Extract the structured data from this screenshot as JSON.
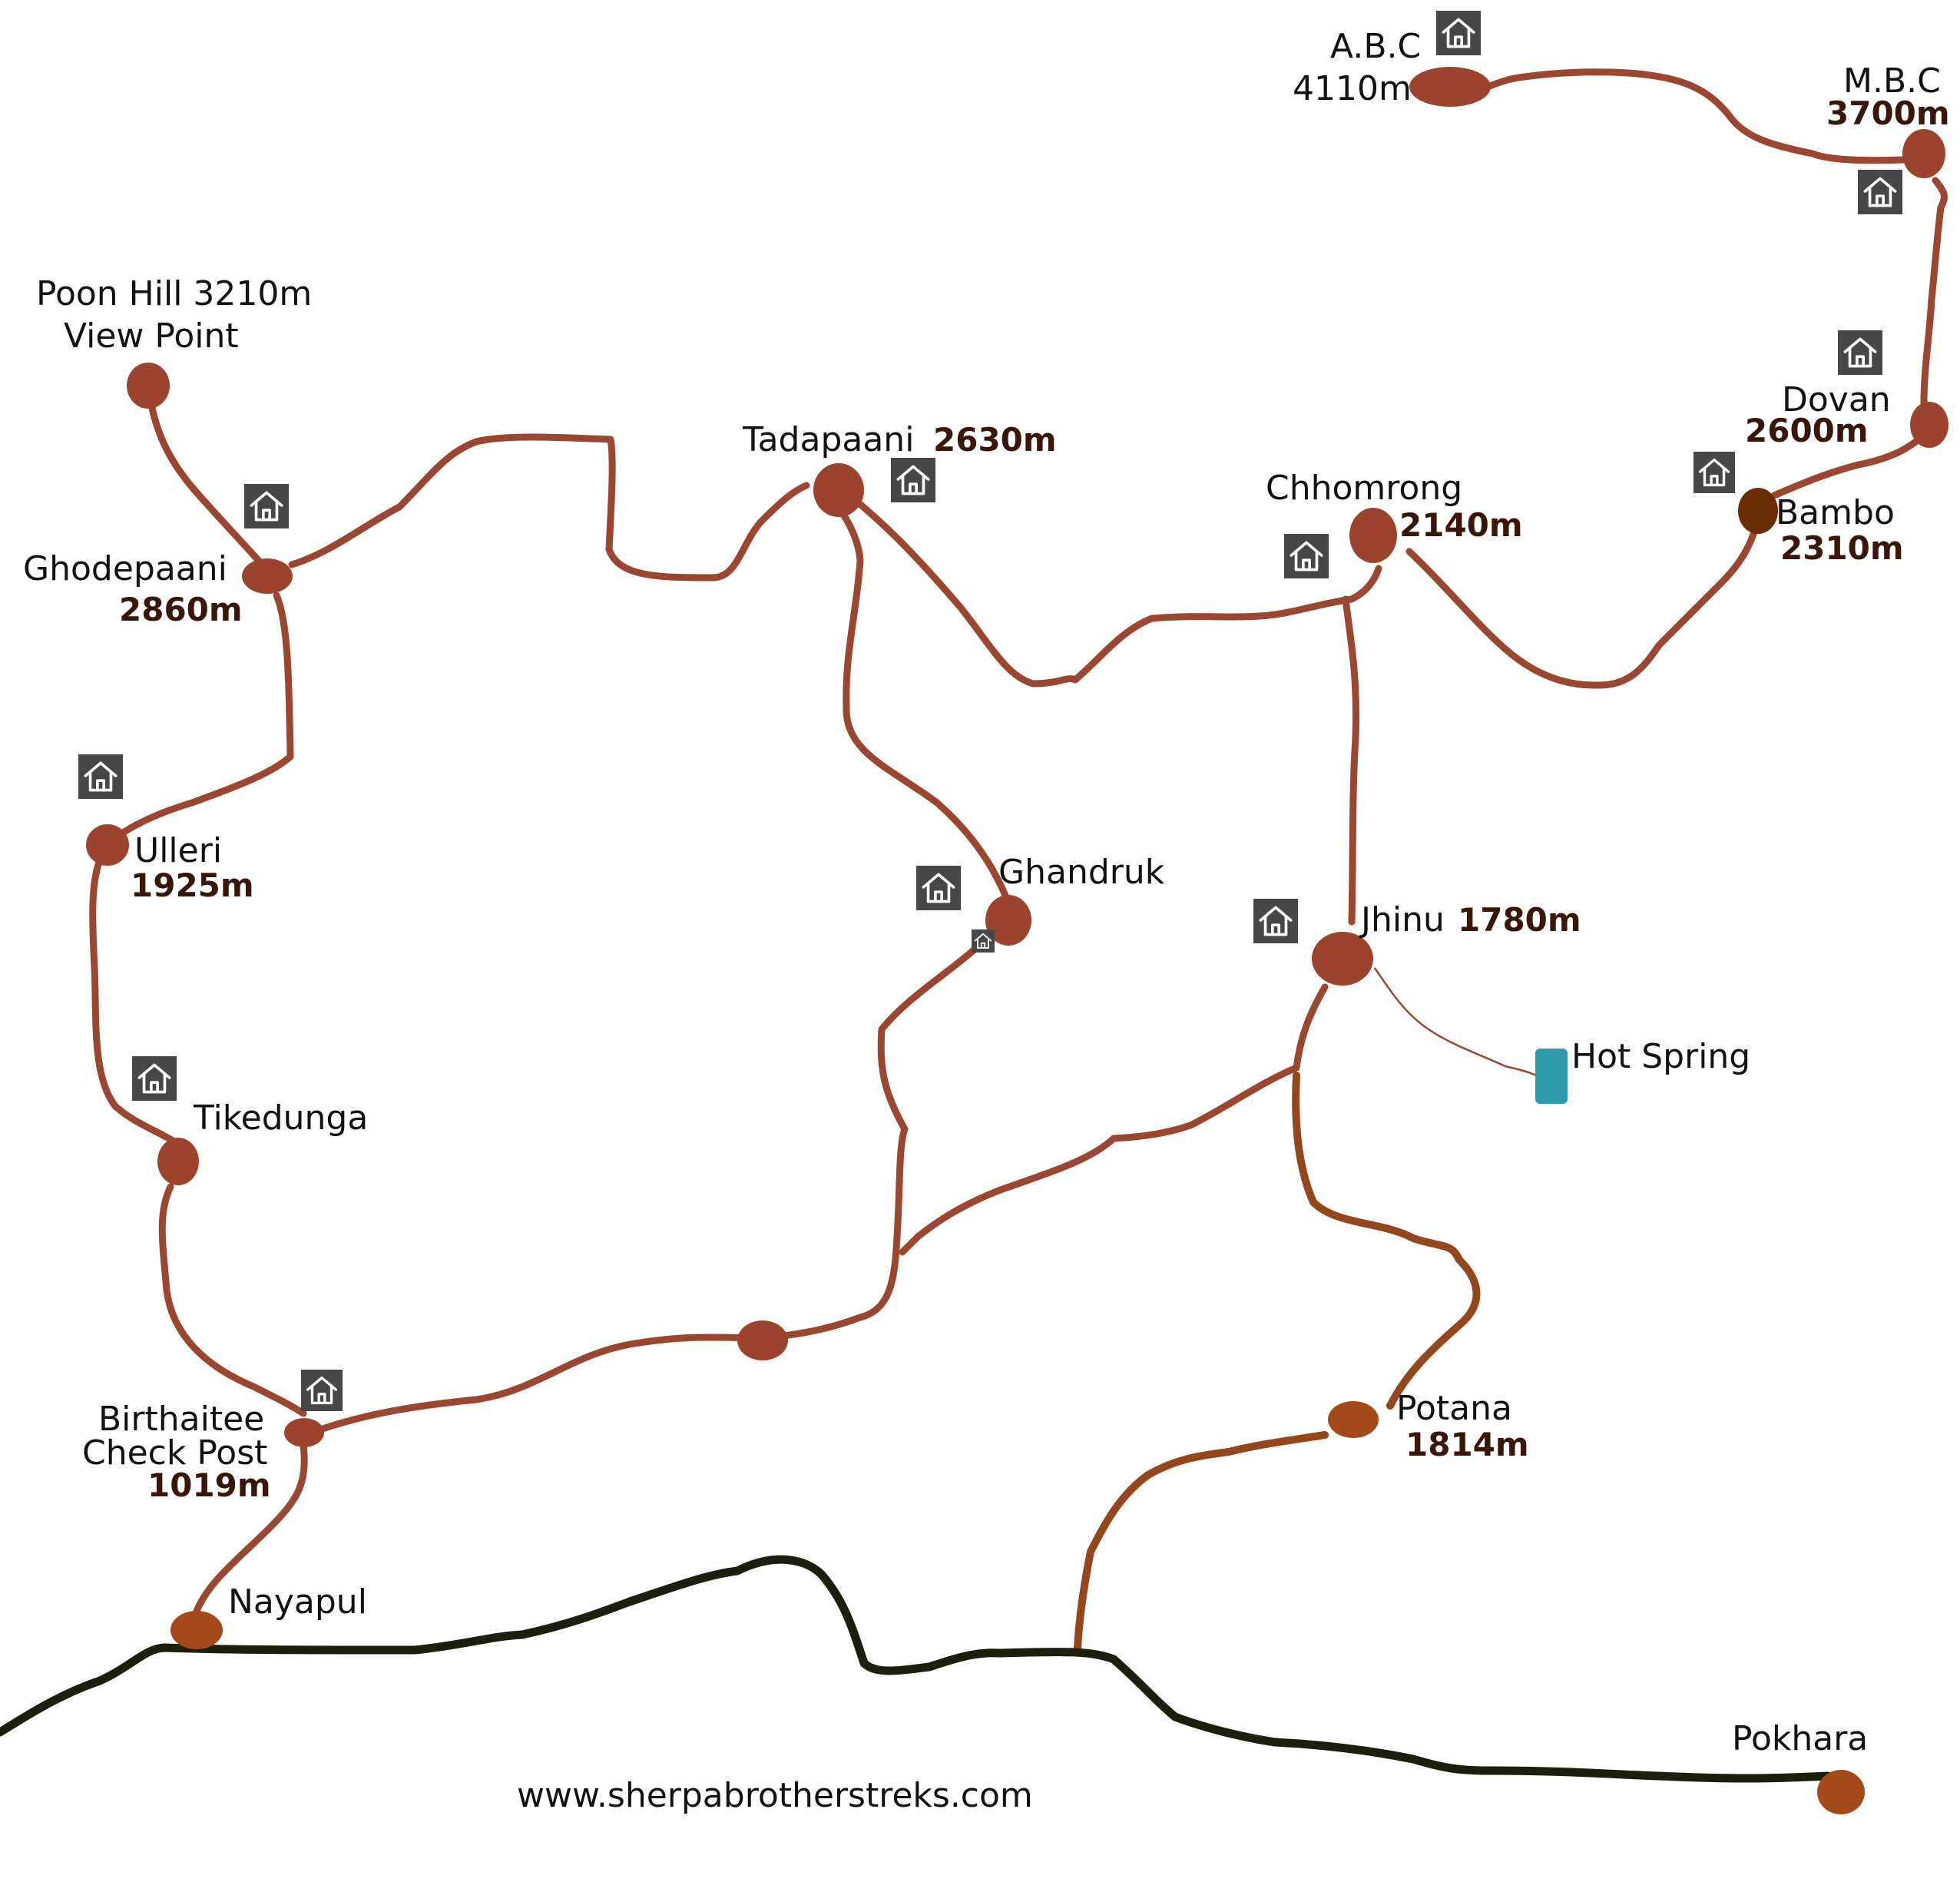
{
  "colors": {
    "trail": "#9a4630",
    "trail_alt": "#94461c",
    "road": "#1c1f0e",
    "node": "#9b432c",
    "node_orange": "#a44a1a",
    "node_dark": "#6b2c06",
    "hot_spring": "#2f9bab",
    "lodge_icon_bg": "#474747"
  },
  "icons": {
    "lodge": "house-icon"
  },
  "places": {
    "abc": {
      "name": "A.B.C",
      "altitude": "4110m"
    },
    "mbc": {
      "name": "M.B.C",
      "altitude": "3700m"
    },
    "poon_hill": {
      "name": "Poon Hill 3210m",
      "subtitle": "View Point"
    },
    "tadapaani": {
      "name": "Tadapaani",
      "altitude": "2630m"
    },
    "dovan": {
      "name": "Dovan",
      "altitude": "2600m"
    },
    "chhomrong": {
      "name": "Chhomrong",
      "altitude": "2140m"
    },
    "bambo": {
      "name": "Bambo",
      "altitude": "2310m"
    },
    "ghodepaani": {
      "name": "Ghodepaani",
      "altitude": "2860m"
    },
    "ulleri": {
      "name": "Ulleri",
      "altitude": "1925m"
    },
    "ghandruk": {
      "name": "Ghandruk"
    },
    "jhinu": {
      "name": "Jhinu",
      "altitude": "1780m"
    },
    "hot_spring": {
      "name": "Hot Spring"
    },
    "tikedunga": {
      "name": "Tikedunga"
    },
    "birthaitee": {
      "name": "Birthaitee",
      "subtitle": "Check Post",
      "altitude": "1019m"
    },
    "potana": {
      "name": "Potana",
      "altitude": "1814m"
    },
    "nayapul": {
      "name": "Nayapul"
    },
    "pokhara": {
      "name": "Pokhara"
    }
  },
  "website": "www.sherpabrotherstreks.com"
}
